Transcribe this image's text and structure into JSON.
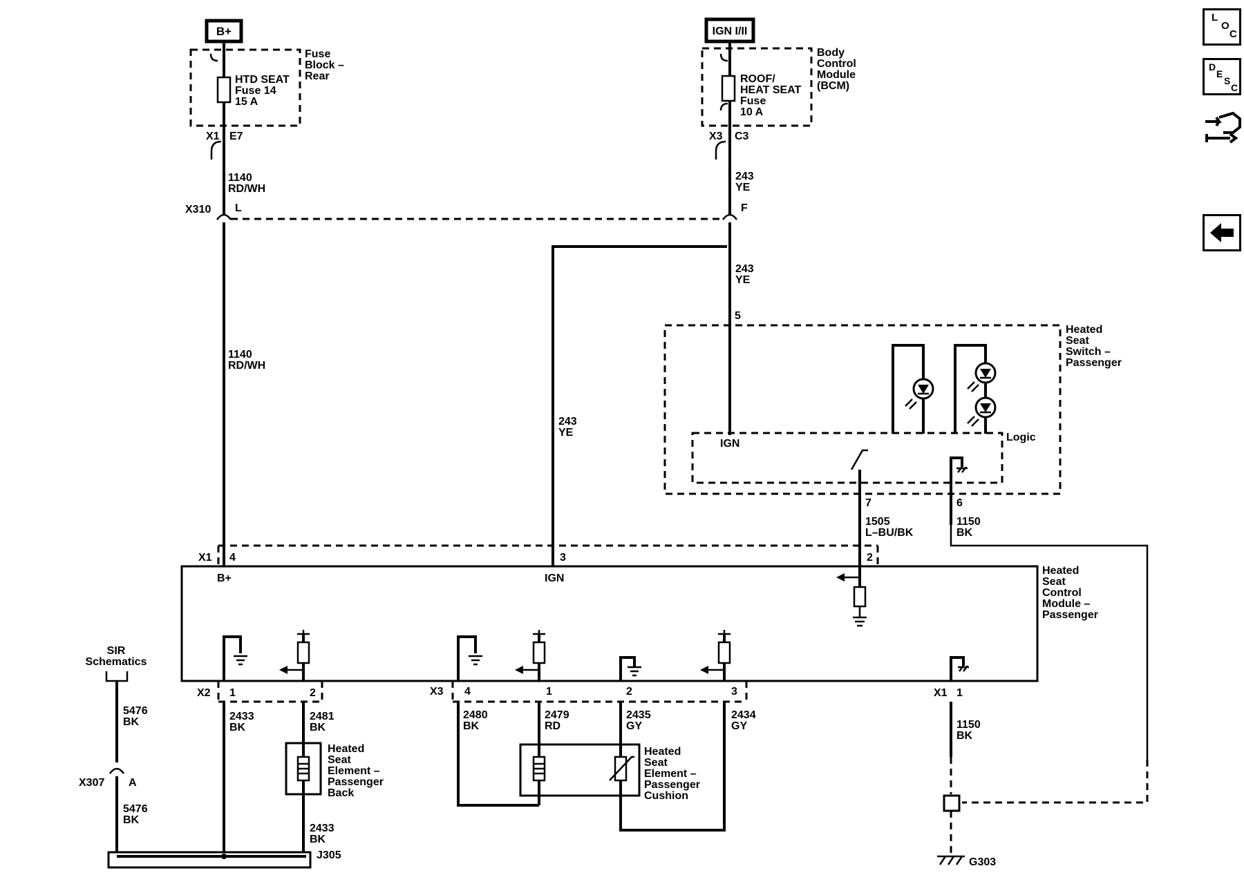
{
  "sources": {
    "battery": "B+",
    "ignition": "IGN I/II"
  },
  "fuse_block_rear": {
    "name": [
      "Fuse",
      "Block –",
      "Rear"
    ],
    "fuse": [
      "HTD SEAT",
      "Fuse 14",
      "15 A"
    ],
    "connector": "X1",
    "pin": "E7"
  },
  "bcm": {
    "name": [
      "Body",
      "Control",
      "Module",
      "(BCM)"
    ],
    "fuse": [
      "ROOF/",
      "HEAT SEAT",
      "Fuse",
      "10 A"
    ],
    "connector": "X3",
    "pin": "C3"
  },
  "wires": {
    "w1140_a": [
      "1140",
      "RD/WH"
    ],
    "w243_a": [
      "243",
      "YE"
    ],
    "w1140_b": [
      "1140",
      "RD/WH"
    ],
    "w243_b": [
      "243",
      "YE"
    ],
    "w243_c": [
      "243",
      "YE"
    ],
    "w1505": [
      "1505",
      "L–BU/BK"
    ],
    "w1150_a": [
      "1150",
      "BK"
    ],
    "w5476_a": [
      "5476",
      "BK"
    ],
    "w5476_b": [
      "5476",
      "BK"
    ],
    "w2433_a": [
      "2433",
      "BK"
    ],
    "w2481": [
      "2481",
      "BK"
    ],
    "w2433_b": [
      "2433",
      "BK"
    ],
    "w2480": [
      "2480",
      "BK"
    ],
    "w2479": [
      "2479",
      "RD"
    ],
    "w2435": [
      "2435",
      "GY"
    ],
    "w2434": [
      "2434",
      "GY"
    ],
    "w1150_b": [
      "1150",
      "BK"
    ]
  },
  "inline_x310": {
    "connector": "X310",
    "pin_l": "L",
    "pin_f": "F"
  },
  "switch_module": {
    "name": [
      "Heated",
      "Seat",
      "Switch –",
      "Passenger"
    ],
    "pin_in": "5",
    "logic": "Logic",
    "ign": "IGN",
    "pin_7": "7",
    "pin_6": "6"
  },
  "control_module": {
    "name": [
      "Heated",
      "Seat",
      "Control",
      "Module –",
      "Passenger"
    ],
    "x1_top": "X1",
    "pin_4": "4",
    "pin_3": "3",
    "pin_2": "2",
    "label_bplus": "B+",
    "label_ign": "IGN",
    "x2": "X2",
    "x2_p1": "1",
    "x2_p2": "2",
    "x3": "X3",
    "x3_p4": "4",
    "x3_p1": "1",
    "x3_p2": "2",
    "x3_p3": "3",
    "x1_bottom": "X1",
    "x1_p1": "1"
  },
  "sir": [
    "SIR",
    "Schematics"
  ],
  "inline_x307": {
    "connector": "X307",
    "pin": "A"
  },
  "element_back": [
    "Heated",
    "Seat",
    "Element –",
    "Passenger",
    "Back"
  ],
  "element_cushion": [
    "Heated",
    "Seat",
    "Element –",
    "Passenger",
    "Cushion"
  ],
  "splice": "J305",
  "ground": "G303",
  "nav": {
    "loc": [
      "L",
      "O",
      "C"
    ],
    "desc": [
      "D",
      "E",
      "S",
      "C"
    ]
  }
}
